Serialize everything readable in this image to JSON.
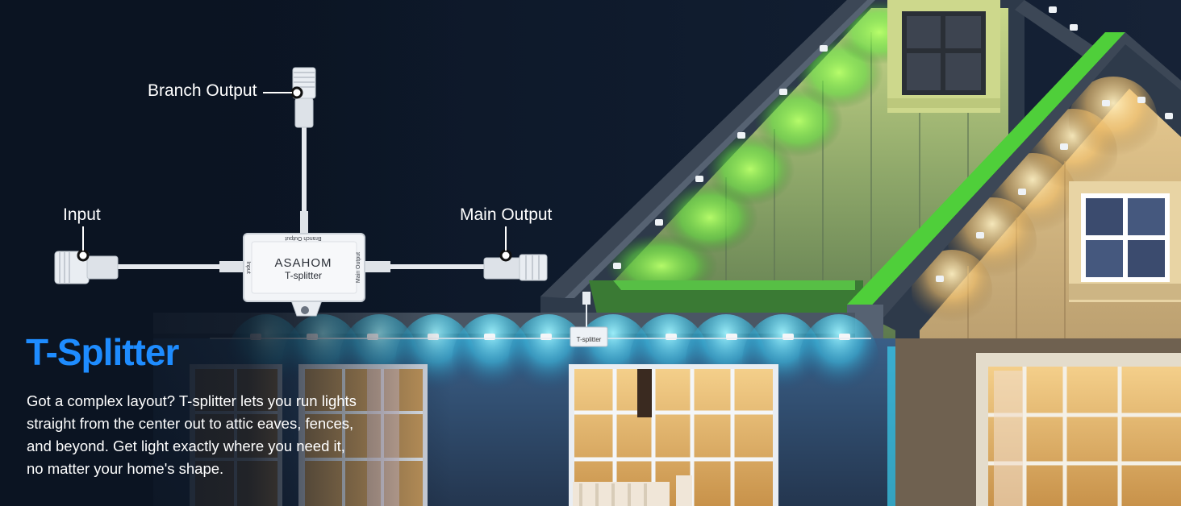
{
  "labels": {
    "branch_output": "Branch Output",
    "input": "Input",
    "main_output": "Main Output"
  },
  "device": {
    "brand": "ASAHOM",
    "model": "T-splitter",
    "side_branch": "Branch Output",
    "side_input": "Input",
    "side_main": "Main Output",
    "small_label": "T-splitter"
  },
  "heading": "T-Splitter",
  "description": [
    "Got a complex layout? T-splitter lets you run lights",
    "straight from the center out to attic eaves, fences,",
    "and beyond. Get light exactly where you need it,",
    "no matter your home's shape."
  ],
  "colors": {
    "title_blue": "#1e8cff",
    "night_sky": "#0b1422",
    "green_light": "#4fdc3a",
    "cyan_light": "#3ad0f0",
    "warm_light": "#f5c36a"
  },
  "icons": [
    "connector-plug-icon",
    "splitter-box-icon",
    "window-icon",
    "house-icon"
  ]
}
